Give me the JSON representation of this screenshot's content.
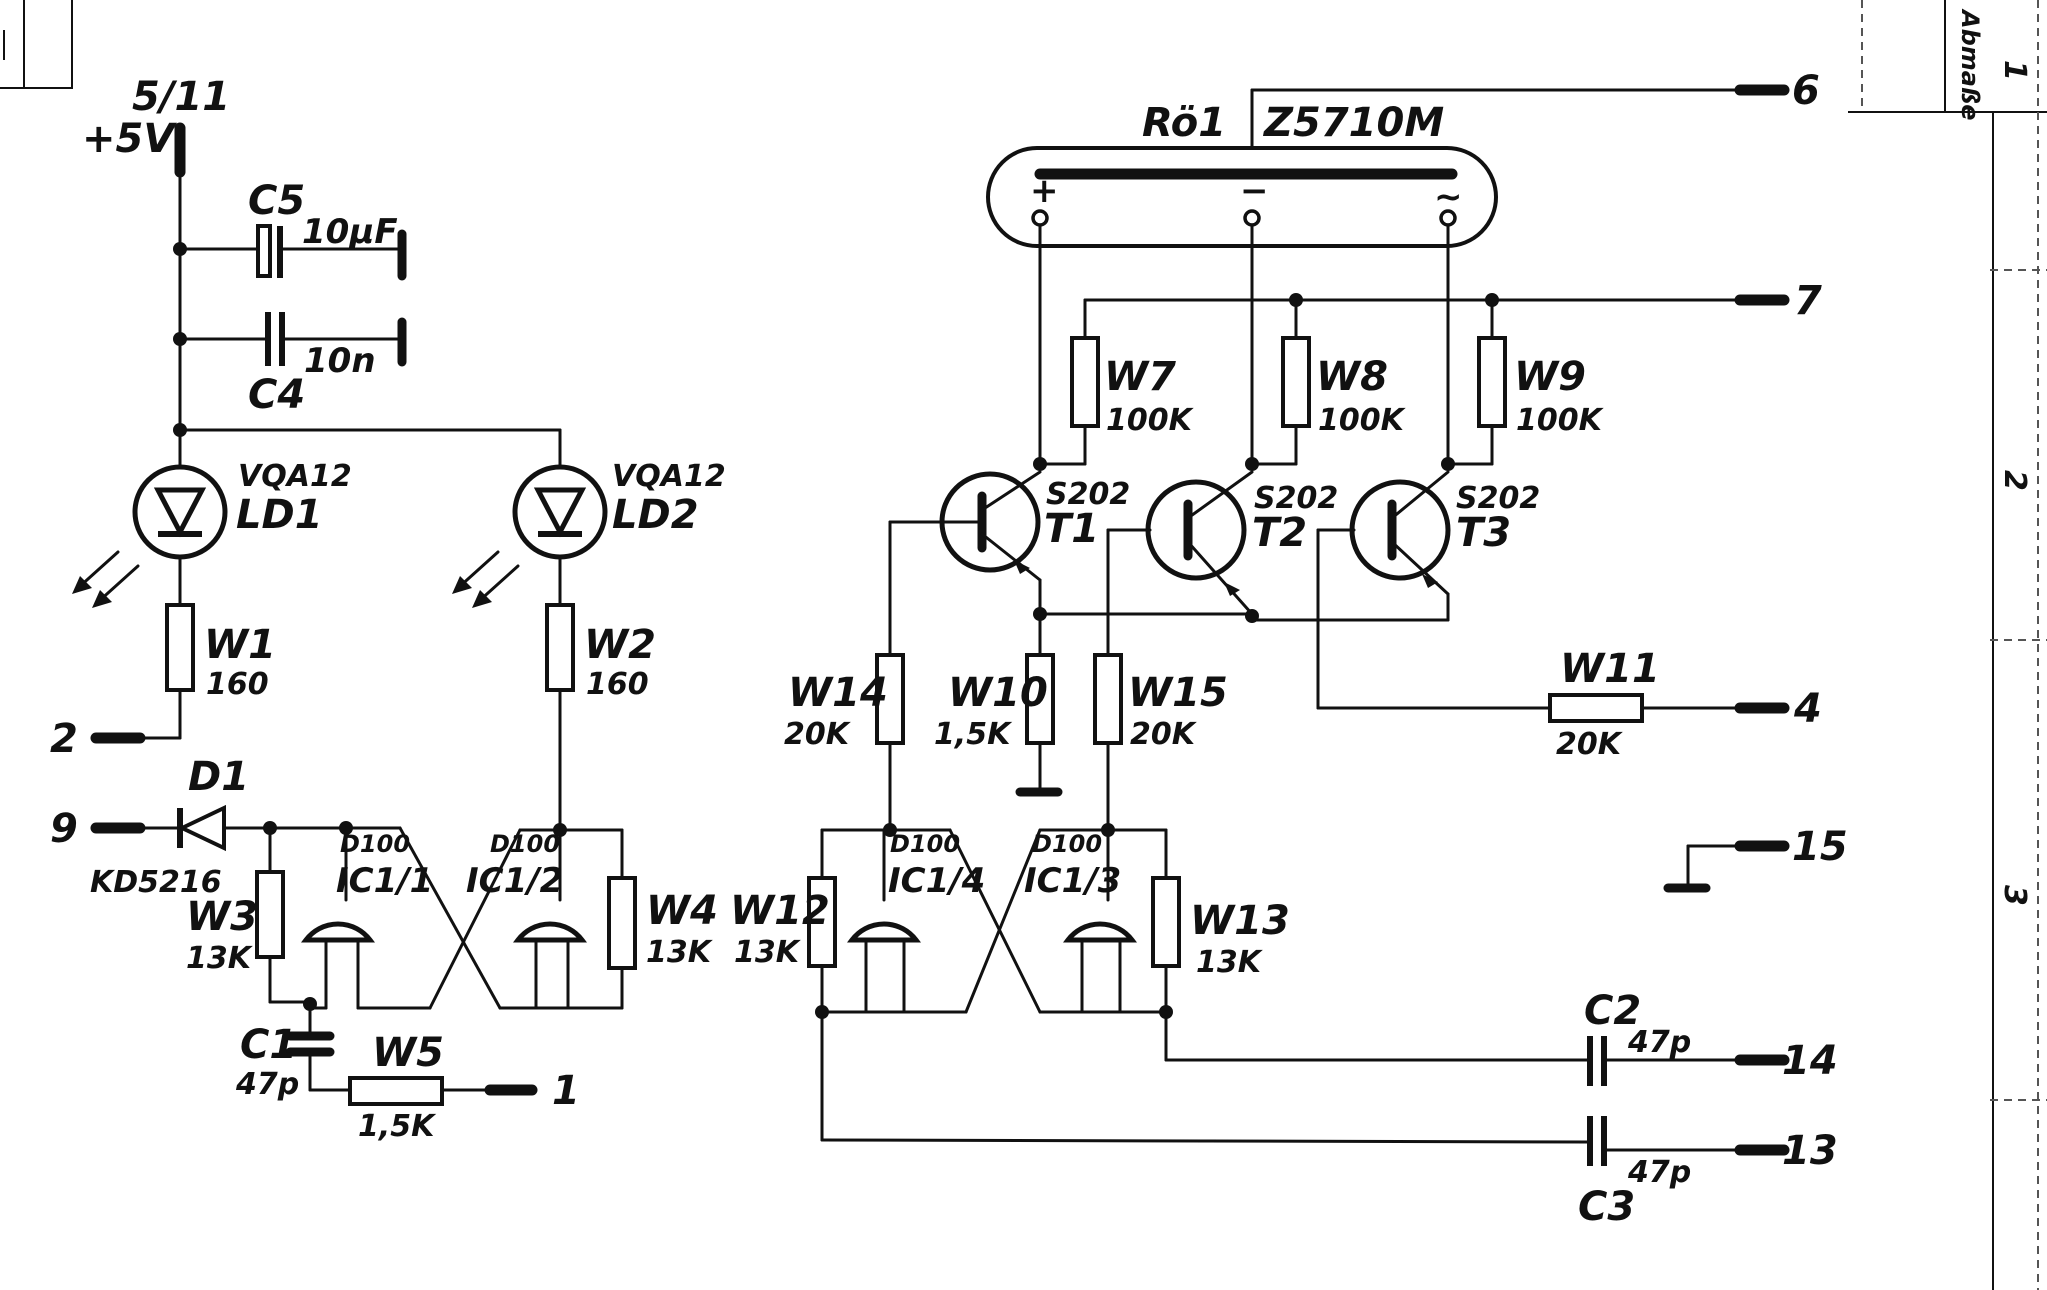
{
  "terminals": {
    "supply": "5/11",
    "supply_voltage": "+5V",
    "t6": "6",
    "t7": "7",
    "t4": "4",
    "t15": "15",
    "t14": "14",
    "t13": "13",
    "t2": "2",
    "t9": "9",
    "t1": "1"
  },
  "tube": {
    "name": "Rö1",
    "type": "Z5710M",
    "plus": "+",
    "minus": "−",
    "tilde": "~"
  },
  "capacitors": {
    "c5": {
      "name": "C5",
      "value": "10μF"
    },
    "c4": {
      "name": "C4",
      "value": "10n"
    },
    "c1": {
      "name": "C1",
      "value": "47p"
    },
    "c2": {
      "name": "C2",
      "value": "47p"
    },
    "c3": {
      "name": "C3",
      "value": "47p"
    }
  },
  "leds": {
    "ld1": {
      "name": "LD1",
      "type": "VQA12"
    },
    "ld2": {
      "name": "LD2",
      "type": "VQA12"
    }
  },
  "resistors": {
    "w1": {
      "name": "W1",
      "value": "160"
    },
    "w2": {
      "name": "W2",
      "value": "160"
    },
    "w3": {
      "name": "W3",
      "value": "13K"
    },
    "w4": {
      "name": "W4",
      "value": "13K"
    },
    "w5": {
      "name": "W5",
      "value": "1,5K"
    },
    "w7": {
      "name": "W7",
      "value": "100K"
    },
    "w8": {
      "name": "W8",
      "value": "100K"
    },
    "w9": {
      "name": "W9",
      "value": "100K"
    },
    "w10": {
      "name": "W10",
      "value": "1,5K"
    },
    "w11": {
      "name": "W11",
      "value": "20K"
    },
    "w12": {
      "name": "W12",
      "value": "13K"
    },
    "w13": {
      "name": "W13",
      "value": "13K"
    },
    "w14": {
      "name": "W14",
      "value": "20K"
    },
    "w15": {
      "name": "W15",
      "value": "20K"
    }
  },
  "transistors": {
    "t1": {
      "name": "T1",
      "type": "S202"
    },
    "t2": {
      "name": "T2",
      "type": "S202"
    },
    "t3": {
      "name": "T3",
      "type": "S202"
    }
  },
  "diode": {
    "name": "D1",
    "type": "KD5216"
  },
  "gates": {
    "g1": {
      "name": "IC1/1",
      "type": "D100"
    },
    "g2": {
      "name": "IC1/2",
      "type": "D100"
    },
    "g3": {
      "name": "IC1/3",
      "type": "D100"
    },
    "g4": {
      "name": "IC1/4",
      "type": "D100"
    }
  },
  "frame": {
    "header": "Abmaße",
    "zone1": "1",
    "zone2": "2",
    "zone3": "3"
  }
}
